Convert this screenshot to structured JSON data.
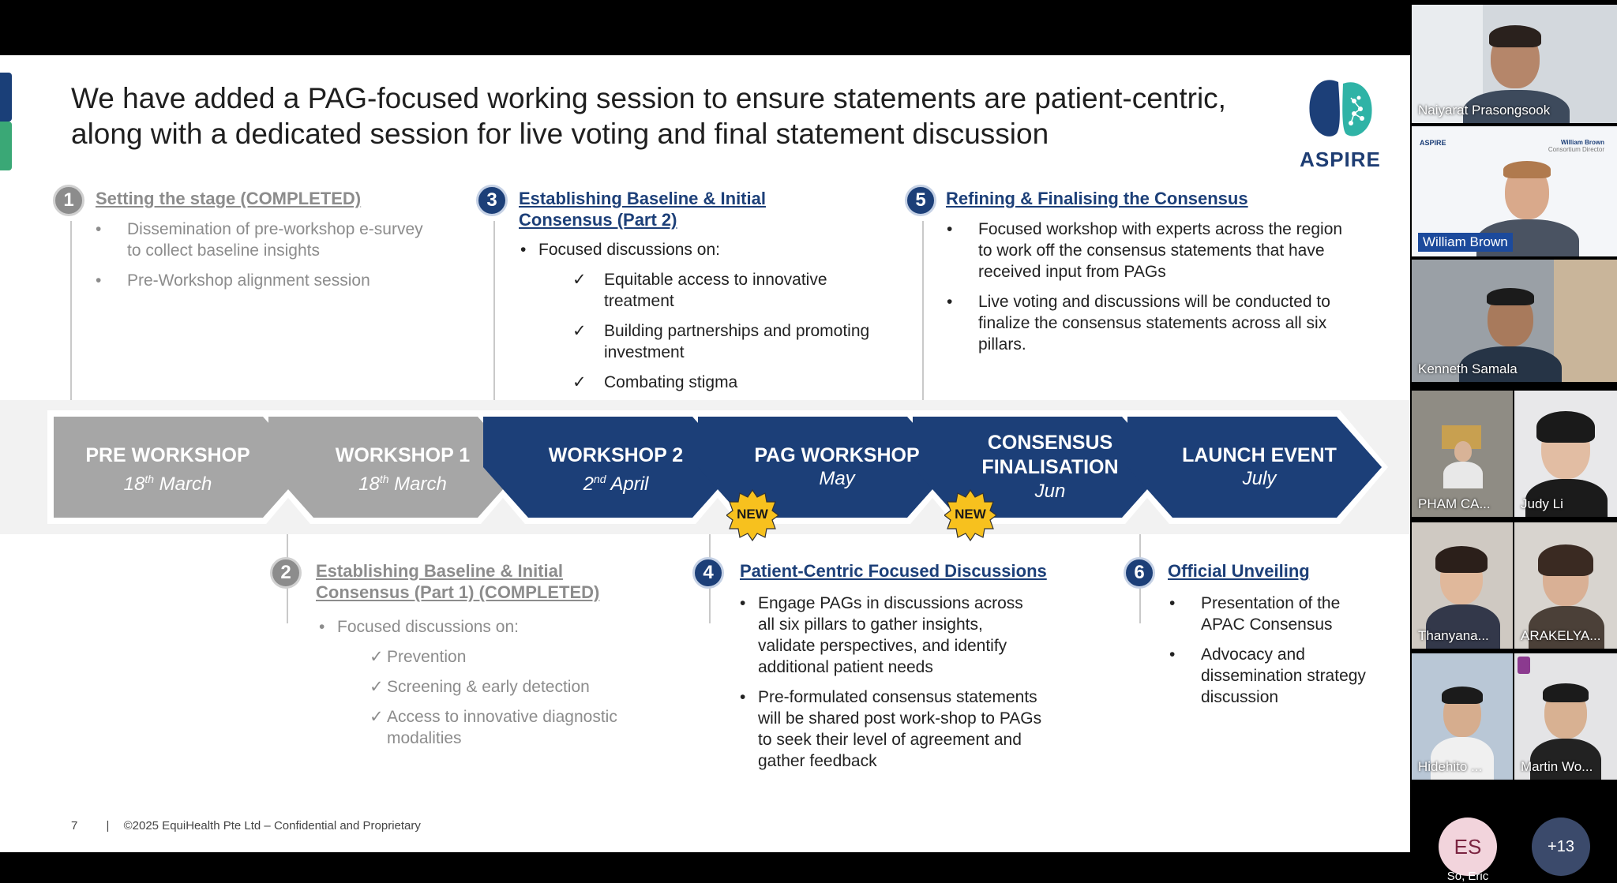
{
  "slide": {
    "title_line1": "We have added a PAG-focused working session to ensure statements are patient-centric,",
    "title_line2": "along with a dedicated session for live voting and final statement discussion",
    "logo_text": "ASPIRE",
    "steps": [
      {
        "num": "1",
        "heading": "Setting the stage (COMPLETED)",
        "bullets": [
          "Dissemination of pre-workshop e-survey to collect baseline insights",
          "Pre-Workshop alignment session"
        ]
      },
      {
        "num": "2",
        "heading_line1": "Establishing Baseline & Initial",
        "heading_line2": "Consensus (Part 1) (COMPLETED)",
        "intro": "Focused discussions on:",
        "checks": [
          "Prevention",
          "Screening & early detection",
          "Access to innovative diagnostic modalities"
        ]
      },
      {
        "num": "3",
        "heading_line1": "Establishing Baseline & Initial",
        "heading_line2": "Consensus (Part 2)",
        "intro": "Focused discussions on:",
        "checks": [
          "Equitable access to innovative treatment",
          "Building partnerships and promoting investment",
          "Combating stigma"
        ]
      },
      {
        "num": "4",
        "heading": "Patient-Centric Focused Discussions",
        "bullets": [
          "Engage PAGs in discussions across all six pillars to gather insights, validate perspectives, and identify additional patient needs",
          "Pre-formulated consensus statements will be shared post work-shop to PAGs to seek their level of agreement and gather feedback"
        ]
      },
      {
        "num": "5",
        "heading": "Refining & Finalising the Consensus",
        "bullets": [
          "Focused workshop with experts across the region to work off the consensus statements that have received input from PAGs",
          "Live voting and discussions will be conducted to finalize the consensus statements across all six pillars."
        ]
      },
      {
        "num": "6",
        "heading": "Official Unveiling",
        "bullets": [
          "Presentation of the APAC Consensus",
          "Advocacy and dissemination strategy discussion"
        ]
      }
    ],
    "timeline": [
      {
        "name": "PRE WORKSHOP",
        "date_num": "18",
        "date_sup": "th",
        "date_rest": " March",
        "color": "#a6a6a6"
      },
      {
        "name": "WORKSHOP 1",
        "date_num": "18",
        "date_sup": "th",
        "date_rest": " March",
        "color": "#a6a6a6"
      },
      {
        "name": "WORKSHOP 2",
        "date_num": "2",
        "date_sup": "nd",
        "date_rest": " April",
        "color": "#1c3f78"
      },
      {
        "name": "PAG WORKSHOP",
        "date": "May",
        "color": "#1c3f78"
      },
      {
        "name_line1": "CONSENSUS",
        "name_line2": "FINALISATION",
        "date": "Jun",
        "color": "#1c3f78"
      },
      {
        "name": "LAUNCH EVENT",
        "date": "July",
        "color": "#1c3f78"
      }
    ],
    "new_badge": "NEW",
    "footer_page": "7",
    "footer_text": "©2025 EquiHealth Pte Ltd – Confidential and Proprietary"
  },
  "participants": [
    {
      "name": "Naiyarat Prasongsook"
    },
    {
      "name": "William Brown",
      "slide_brand": "ASPIRE",
      "slide_name": "William Brown",
      "slide_role": "Consortium Director"
    },
    {
      "name": "Kenneth Samala"
    },
    {
      "name": "PHAM CA..."
    },
    {
      "name": "Judy Li"
    },
    {
      "name": "Thanyana..."
    },
    {
      "name": "ARAKELYA..."
    },
    {
      "name": "Hidehito ..."
    },
    {
      "name": "Martin Wo..."
    }
  ],
  "overflow": {
    "initials": "ES",
    "name": "So, Eric",
    "more": "+13"
  }
}
